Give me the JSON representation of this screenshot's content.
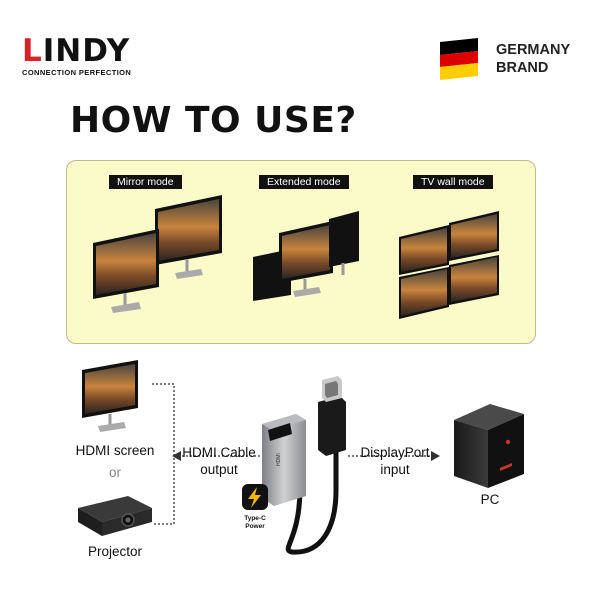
{
  "header": {
    "logo_word_L": "L",
    "logo_word_rest": "INDY",
    "logo_tagline": "CONNECTION PERFECTION",
    "brand_line1": "GERMANY",
    "brand_line2": "BRAND",
    "flag_colors": [
      "#000000",
      "#dd0000",
      "#ffce00"
    ]
  },
  "headline": "HOW TO USE?",
  "modes": [
    {
      "label": "Mirror mode"
    },
    {
      "label": "Extended mode"
    },
    {
      "label": "TV wall mode"
    }
  ],
  "connection": {
    "left_devices": {
      "screen_label": "HDMI screen",
      "or_label": "or",
      "projector_label": "Projector"
    },
    "output_label_line1": "HDMI Cable",
    "output_label_line2": "output",
    "input_label_line1": "DisplayPort",
    "input_label_line2": "input",
    "power_label_line1": "Type-C",
    "power_label_line2": "Power",
    "adapter_marking": "HDMI",
    "pc_label": "PC"
  },
  "colors": {
    "panel_bg": "#fbfbc9",
    "panel_border": "#bdbd8e",
    "brand_red": "#d8222a",
    "power_yellow": "#f2b705"
  },
  "icons": [
    "lightning-bolt-icon",
    "dotted-arrow-left-icon",
    "dotted-arrow-right-icon"
  ]
}
